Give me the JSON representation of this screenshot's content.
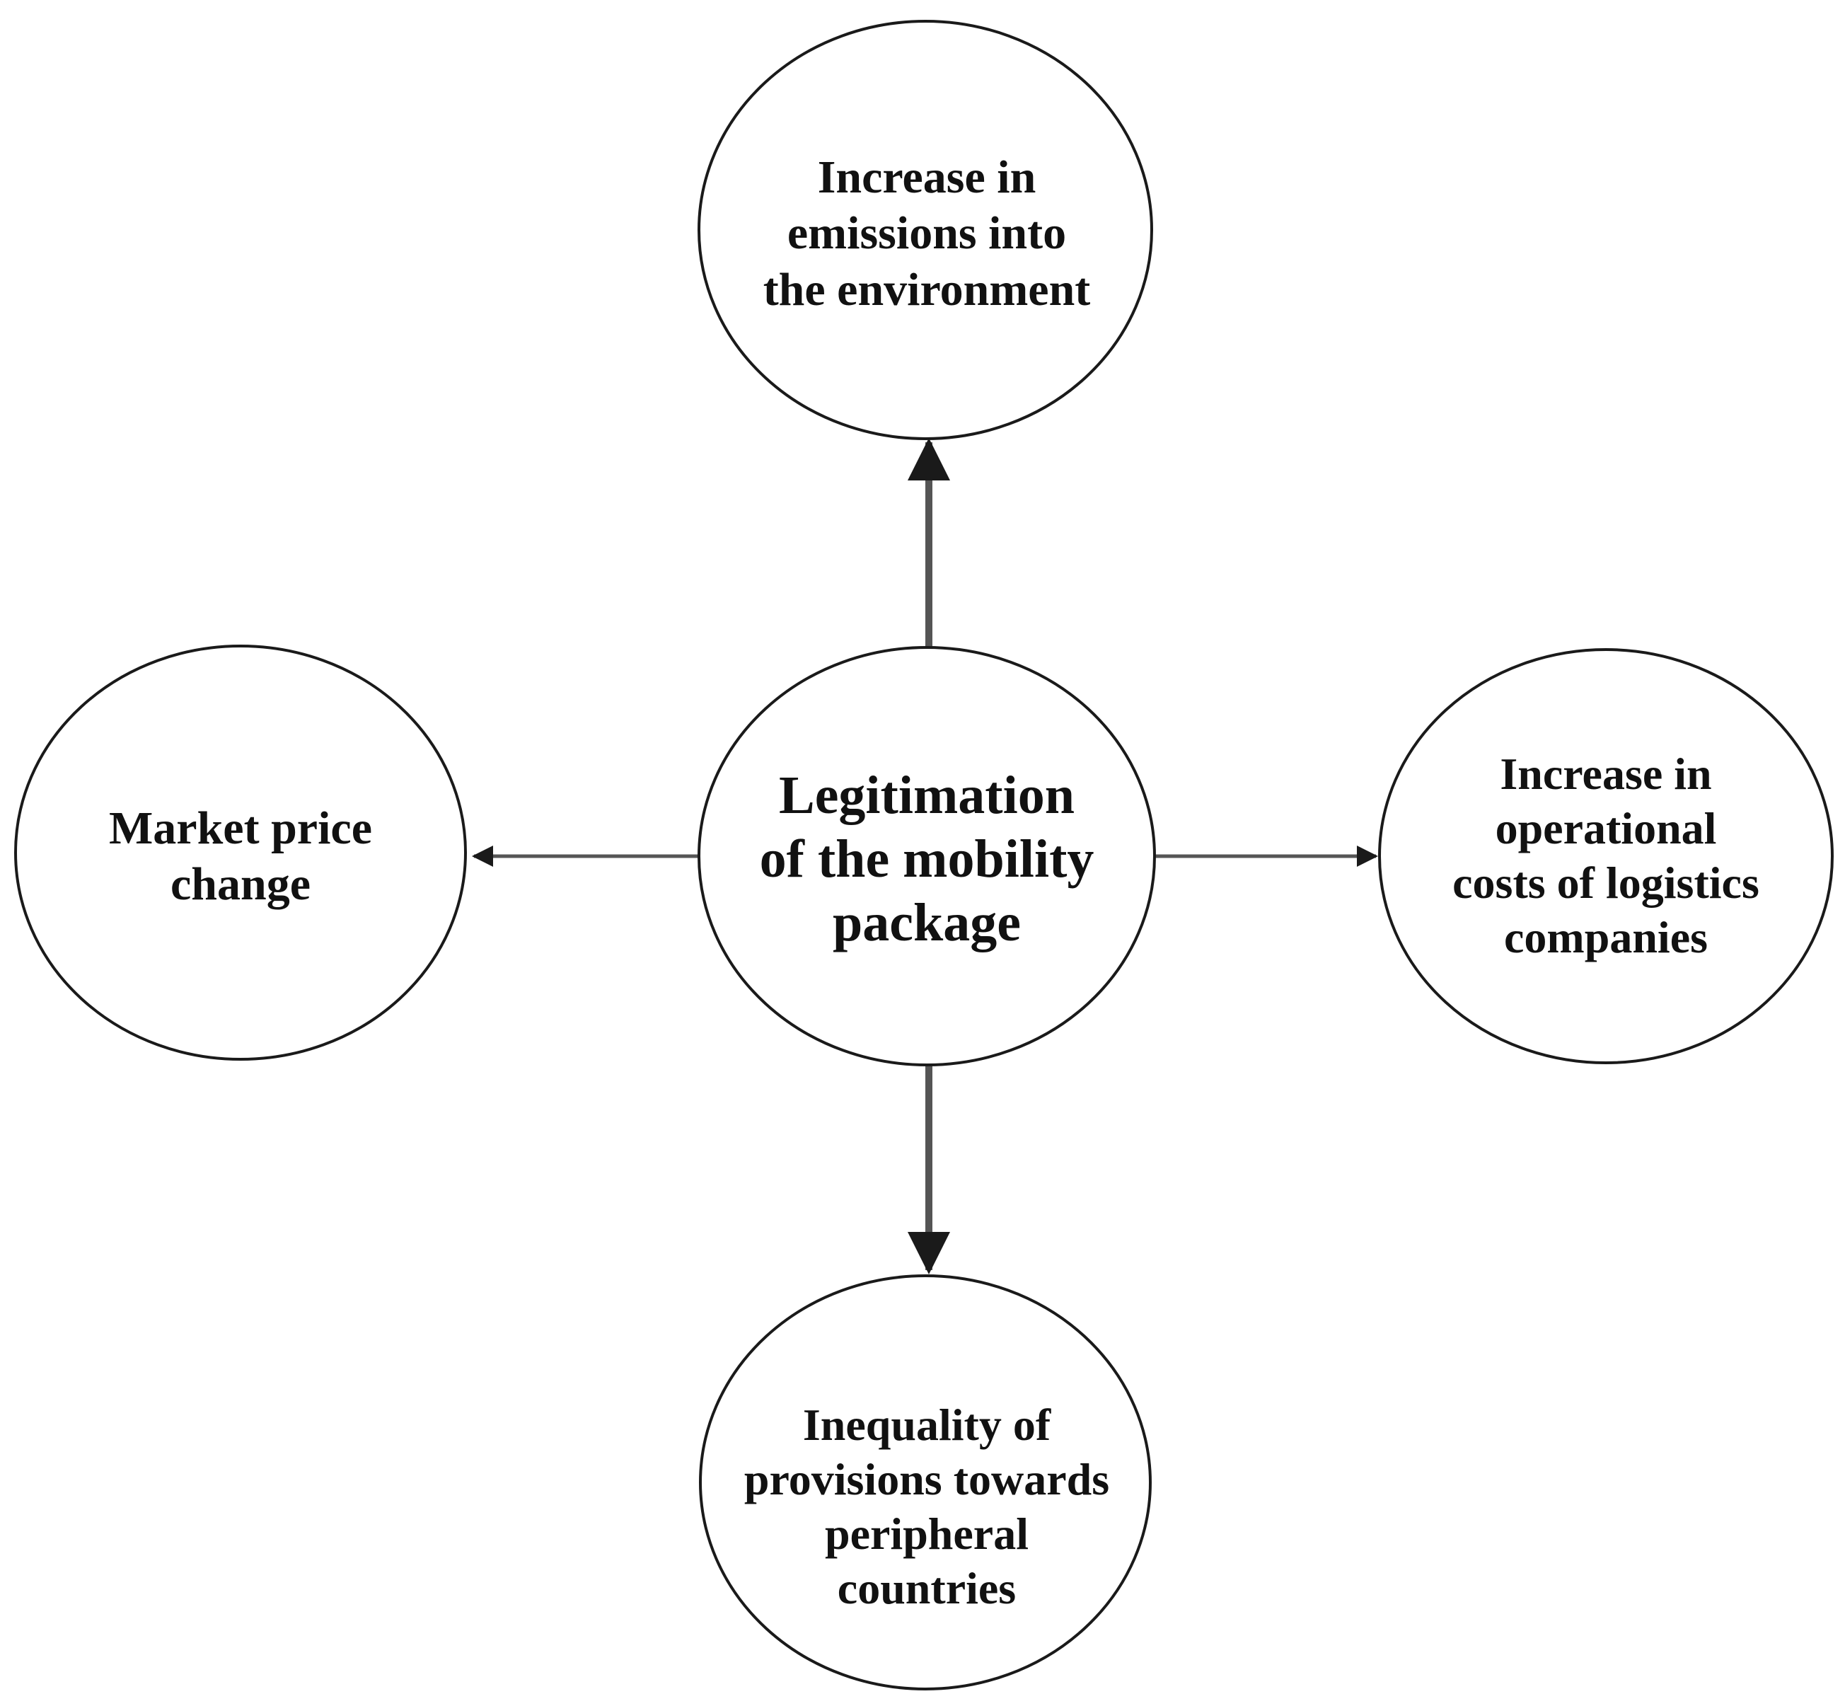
{
  "diagram": {
    "center": {
      "lines": [
        "Legitimation",
        "of the mobility",
        "package"
      ]
    },
    "top": {
      "lines": [
        "Increase in",
        "emissions into",
        "the environment"
      ]
    },
    "left": {
      "lines": [
        "Market price",
        "change"
      ]
    },
    "right": {
      "lines": [
        "Increase in",
        "operational",
        "costs of logistics",
        "companies"
      ]
    },
    "bottom": {
      "lines": [
        "Inequality of",
        "provisions towards",
        "peripheral",
        "countries"
      ]
    },
    "colors": {
      "stroke": "#1a1a1a",
      "arrow": "#555555",
      "background": "#ffffff"
    }
  }
}
